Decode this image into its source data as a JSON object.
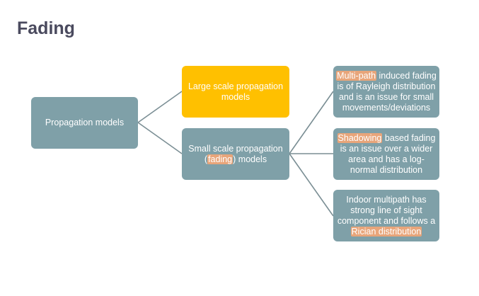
{
  "title": "Fading",
  "root": {
    "label": "Propagation models"
  },
  "large": {
    "label": "Large scale propagation models"
  },
  "small": {
    "pre": "Small scale propagation (",
    "hl": "fading",
    "post": ") models"
  },
  "leaf1": {
    "hl": "Multi-path",
    "post": " induced fading is of Rayleigh distribution and is an issue for small movements/deviations"
  },
  "leaf2": {
    "hl": "Shadowing",
    "post": " based fading is an issue over a wider area and has a log-normal distribution"
  },
  "leaf3": {
    "pre": "Indoor multipath has strong line of sight component and follows a ",
    "hl": "Rician distribution"
  },
  "colors": {
    "node": "#7fa0a8",
    "highlight_node": "#ffc000",
    "text_highlight": "#e8a57a",
    "connector": "#7a8e94"
  }
}
